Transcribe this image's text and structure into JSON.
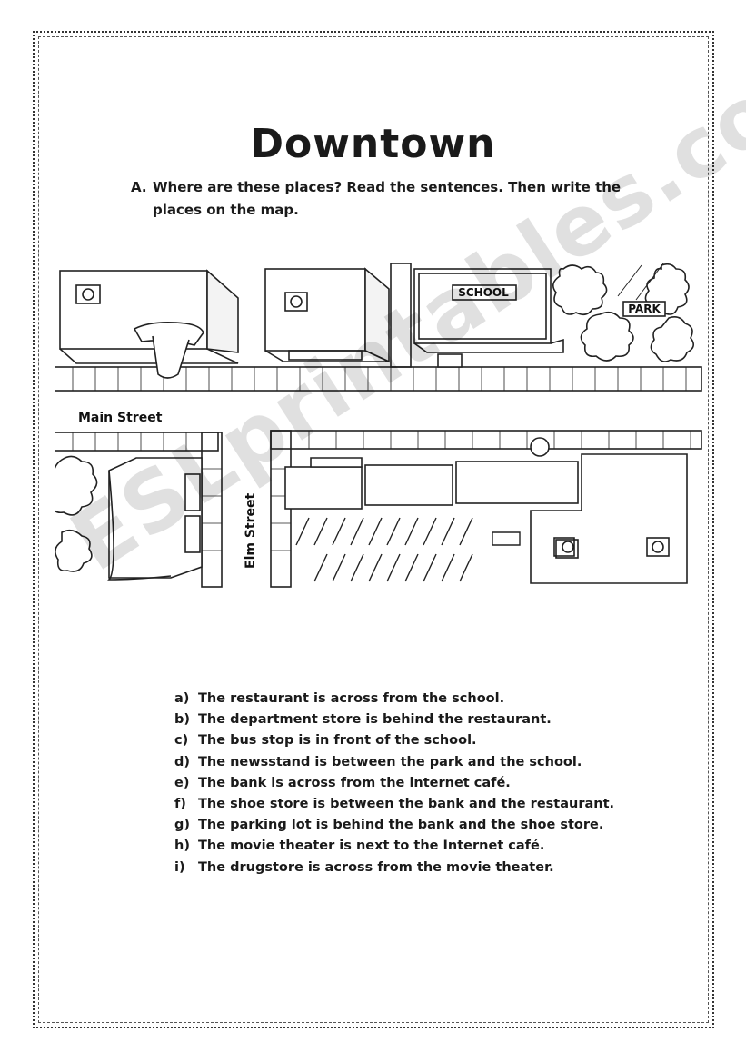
{
  "title": "Downtown",
  "instruction": {
    "letter": "A.",
    "line1": "Where are these places? Read the sentences. Then write the",
    "line2": "places on the map."
  },
  "map": {
    "street_main": "Main Street",
    "street_elm": "Elm Street",
    "sign_school": "SCHOOL",
    "sign_park": "PARK"
  },
  "sentences": [
    {
      "label": "a)",
      "text": "The restaurant is across from the school."
    },
    {
      "label": "b)",
      "text": "The department store is behind the restaurant."
    },
    {
      "label": "c)",
      "text": "The bus stop is in front of the school."
    },
    {
      "label": "d)",
      "text": "The newsstand is between the park and the school."
    },
    {
      "label": "e)",
      "text": "The bank is across from the internet café."
    },
    {
      "label": "f)",
      "text": "The shoe store is between the bank and the restaurant."
    },
    {
      "label": "g)",
      "text": "The parking lot is behind the bank and the shoe store."
    },
    {
      "label": "h)",
      "text": "The movie theater is next to the Internet café."
    },
    {
      "label": "i)",
      "text": "The drugstore is across from the movie theater."
    }
  ],
  "watermark": "ESLprintables.com"
}
